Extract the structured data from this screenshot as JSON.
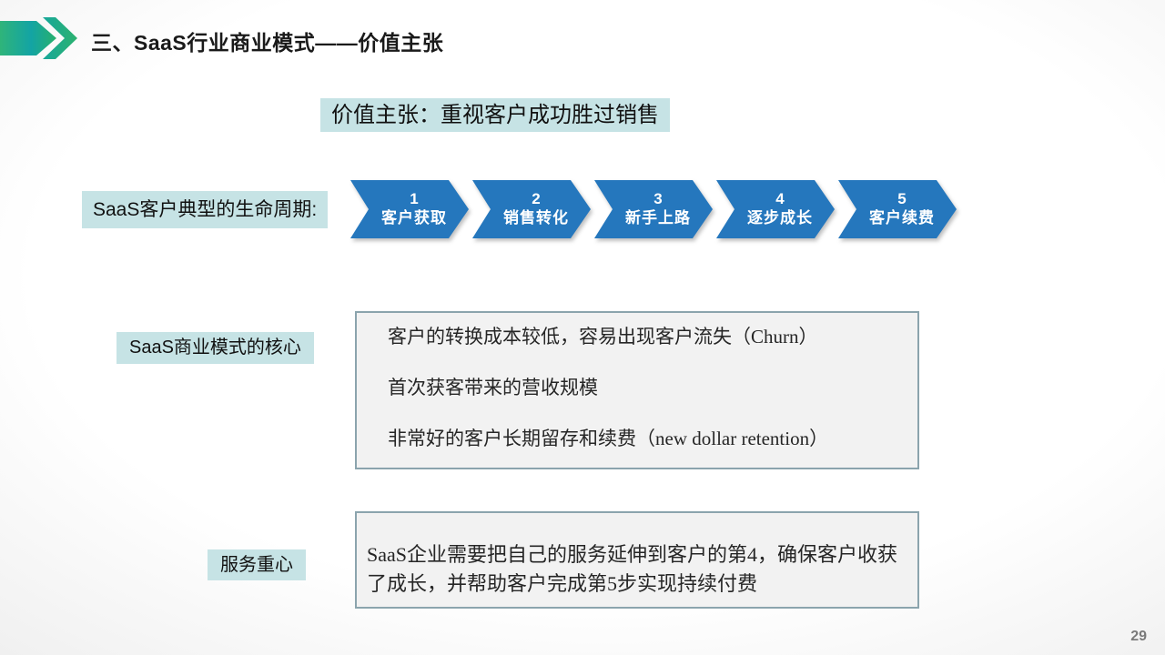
{
  "slide": {
    "title": "三、SaaS行业商业模式——价值主张",
    "page_number": "29"
  },
  "value_proposition": {
    "label": "价值主张：重视客户成功胜过销售"
  },
  "lifecycle": {
    "label": "SaaS客户典型的生命周期:",
    "steps": [
      {
        "number": "1",
        "label": "客户获取"
      },
      {
        "number": "2",
        "label": "销售转化"
      },
      {
        "number": "3",
        "label": "新手上路"
      },
      {
        "number": "4",
        "label": "逐步成长"
      },
      {
        "number": "5",
        "label": "客户续费"
      }
    ]
  },
  "core": {
    "label": "SaaS商业模式的核心",
    "points": [
      "客户的转换成本较低，容易出现客户流失（Churn）",
      "首次获客带来的营收规模",
      "非常好的客户长期留存和续费（new dollar retention）"
    ]
  },
  "service_focus": {
    "label": "服务重心",
    "text": "SaaS企业需要把自己的服务延伸到客户的第4，确保客户收获了成长，并帮助客户完成第5步实现持续付费"
  },
  "colors": {
    "accent_blue": "#2577bd",
    "highlight_cyan": "#c6e3e5",
    "box_border_gray": "#8ba4ad",
    "box_fill_gray": "#f2f2f2",
    "arrow_green": "#2fb47a",
    "arrow_teal": "#13a4a4",
    "page_number_gray": "#7a7a7a"
  }
}
